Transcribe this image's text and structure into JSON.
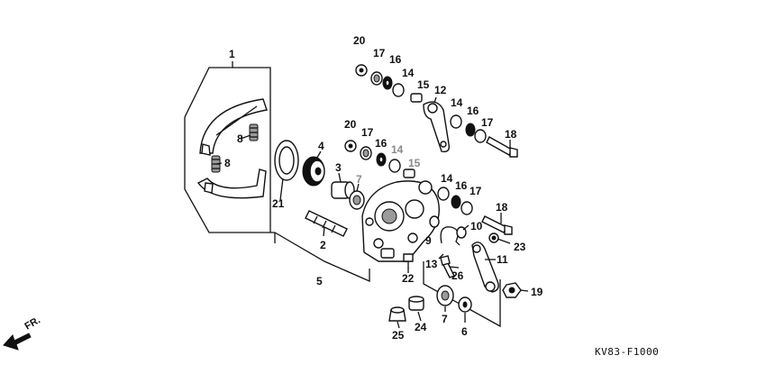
{
  "diagram_code": "KV83-F1000",
  "direction_label": "FR.",
  "callouts": [
    {
      "id": "c1",
      "text": "1"
    },
    {
      "id": "c2",
      "text": "2"
    },
    {
      "id": "c3",
      "text": "3"
    },
    {
      "id": "c4",
      "text": "4"
    },
    {
      "id": "c5",
      "text": "5"
    },
    {
      "id": "c6",
      "text": "6"
    },
    {
      "id": "c7a",
      "text": "7"
    },
    {
      "id": "c7b",
      "text": "7"
    },
    {
      "id": "c8a",
      "text": "8"
    },
    {
      "id": "c8b",
      "text": "8"
    },
    {
      "id": "c9",
      "text": "9"
    },
    {
      "id": "c10",
      "text": "10"
    },
    {
      "id": "c11",
      "text": "11"
    },
    {
      "id": "c12",
      "text": "12"
    },
    {
      "id": "c13",
      "text": "13"
    },
    {
      "id": "c14a",
      "text": "14"
    },
    {
      "id": "c14b",
      "text": "14"
    },
    {
      "id": "c14c",
      "text": "14"
    },
    {
      "id": "c14d",
      "text": "14"
    },
    {
      "id": "c15a",
      "text": "15"
    },
    {
      "id": "c15b",
      "text": "15"
    },
    {
      "id": "c16a",
      "text": "16"
    },
    {
      "id": "c16b",
      "text": "16"
    },
    {
      "id": "c16c",
      "text": "16"
    },
    {
      "id": "c16d",
      "text": "16"
    },
    {
      "id": "c17a",
      "text": "17"
    },
    {
      "id": "c17b",
      "text": "17"
    },
    {
      "id": "c17c",
      "text": "17"
    },
    {
      "id": "c17d",
      "text": "17"
    },
    {
      "id": "c18a",
      "text": "18"
    },
    {
      "id": "c18b",
      "text": "18"
    },
    {
      "id": "c19",
      "text": "19"
    },
    {
      "id": "c20a",
      "text": "20"
    },
    {
      "id": "c20b",
      "text": "20"
    },
    {
      "id": "c21",
      "text": "21"
    },
    {
      "id": "c22",
      "text": "22"
    },
    {
      "id": "c23",
      "text": "23"
    },
    {
      "id": "c24",
      "text": "24"
    },
    {
      "id": "c25",
      "text": "25"
    },
    {
      "id": "c26",
      "text": "26"
    }
  ]
}
